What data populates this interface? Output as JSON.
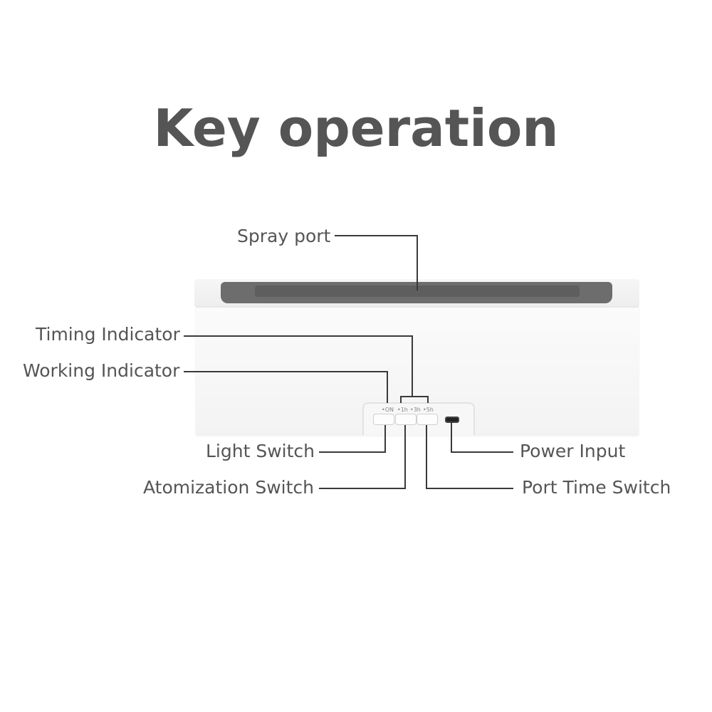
{
  "title": "Key operation",
  "labels": {
    "spray_port": "Spray port",
    "timing_indicator": "Timing Indicator",
    "working_indicator": "Working Indicator",
    "light_switch": "Light Switch",
    "atomization_switch": "Atomization Switch",
    "power_input": "Power Input",
    "port_time_switch": "Port Time Switch"
  },
  "panel_marks": [
    "•ON",
    "•1h",
    "•3h",
    "•5h"
  ]
}
